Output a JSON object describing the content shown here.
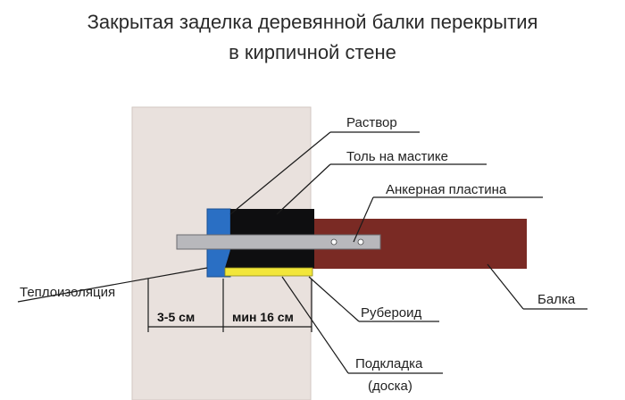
{
  "title": {
    "line1": "Закрытая заделка деревянной балки перекрытия",
    "line2": "в кирпичной стене"
  },
  "labels": {
    "mortar": "Раствор",
    "tar_paper_mastic": "Толь на мастике",
    "anchor_plate": "Анкерная пластина",
    "insulation": "Теплоизоляция",
    "beam": "Балка",
    "roofing_felt": "Рубероид",
    "support_line1": "Подкладка",
    "support_line2": "(доска)"
  },
  "dimensions": {
    "gap": "3-5 см",
    "embed": "мин 16 см"
  },
  "colors": {
    "brick": "#e9e1dd",
    "beam": "#7a2a24",
    "tar": "#0e0e10",
    "insulation": "#2a6fc4",
    "plate": "#b8b8bc",
    "felt": "#f2e63a"
  }
}
